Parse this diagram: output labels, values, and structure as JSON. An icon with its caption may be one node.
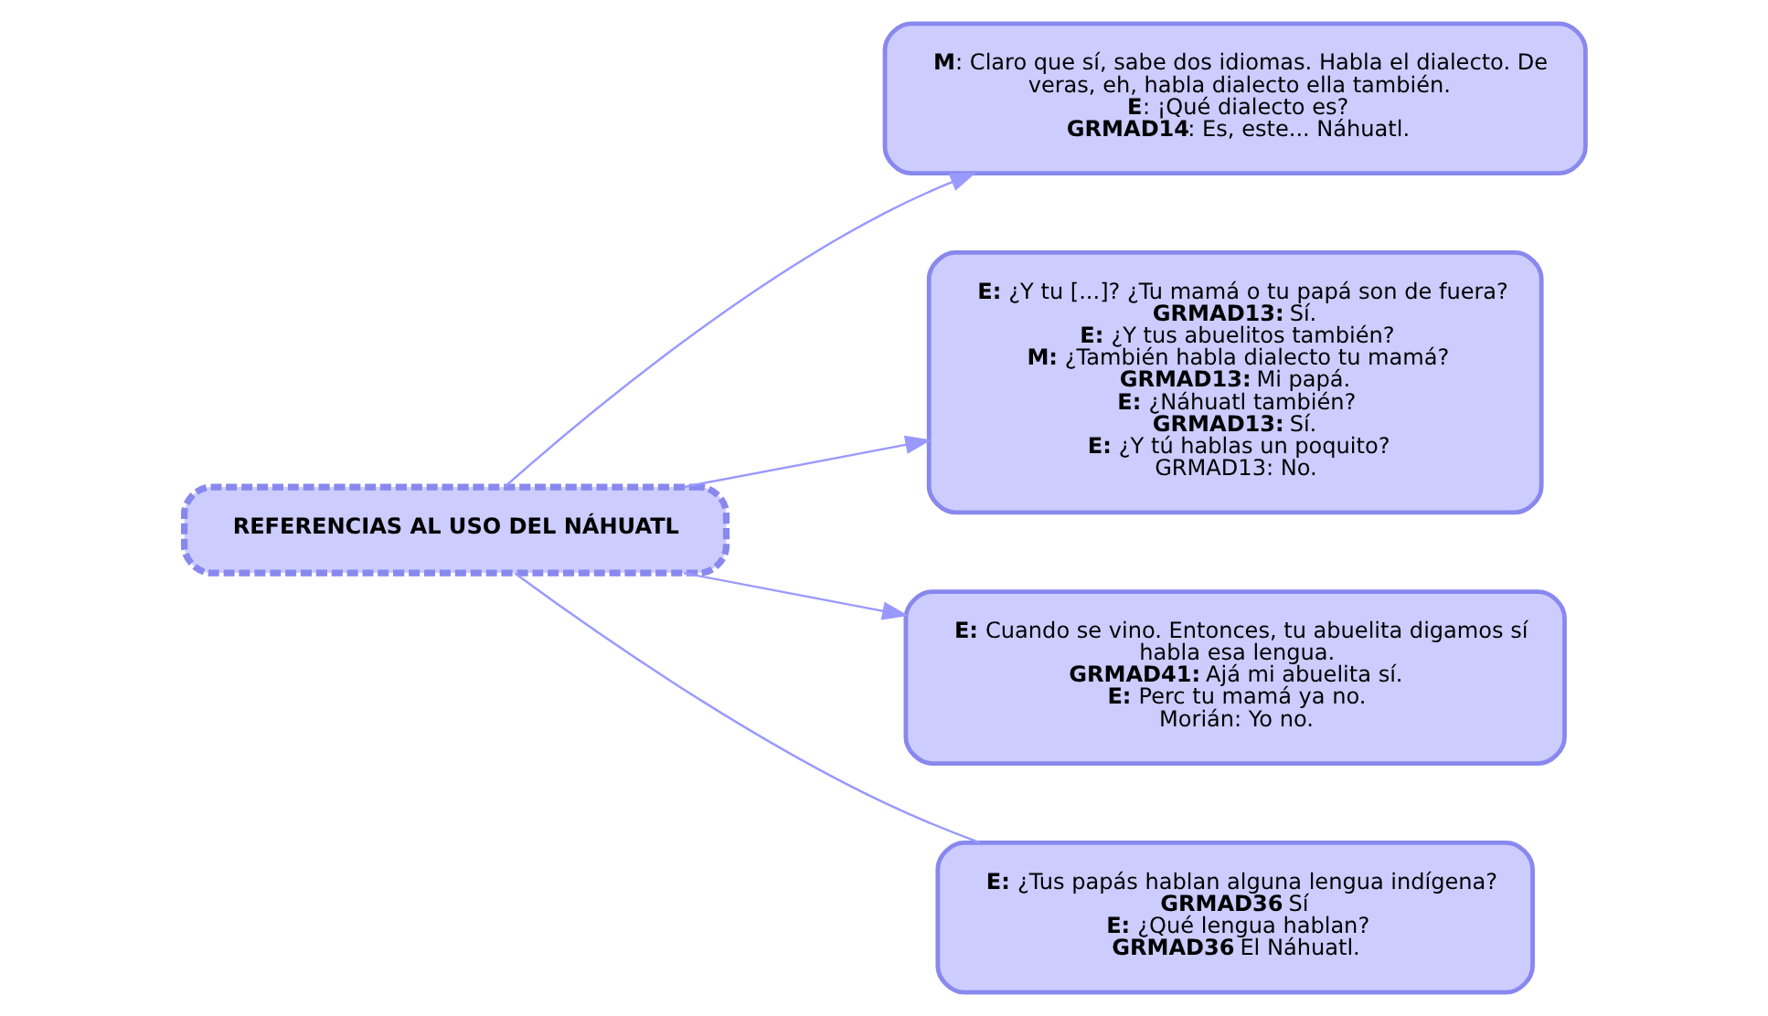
{
  "diagram": {
    "nodes": [
      {
        "text": [
          "REFERENCIAS AL USO DEL NÁHUATL"
        ]
      },
      {
        "text": [
          "**M**: Claro que sí, sabe dos idiomas. Habla el dialecto. De veras, eh, habla dialecto ella también.",
          "**E**: ¡Qué dialecto es?",
          "**GRMAD14**: Es, este... Náhuatl."
        ]
      },
      {
        "text": [
          "**E:** ¿Y tu [...]? ¿Tu mamá o tu papá son de fuera?",
          "**GRMAD13:** Sí.",
          "**E:** ¿Y tus abuelitos también?",
          "**M:** ¿También habla dialecto tu mamá?",
          "**GRMAD13:** Mi papá.",
          "**E:** ¿Náhuatl también?",
          "**GRMAD13:** Sí.",
          "**E:** ¿Y tú hablas un poquito?",
          "GRMAD13: No."
        ]
      },
      {
        "text": [
          "**E:** Cuando se vino. Entonces, tu abuelita digamos sí habla esa lengua.",
          "**GRMAD41:** Ajá mi abuelita sí.",
          "**E:** Perc tu mamá ya no.",
          "Morián: Yo no."
        ]
      },
      {
        "text": [
          "**E:** ¿Tus papás hablan alguna lengua indígena?",
          "**GRMAD36** Sí",
          "**E:** ¿Qué lengua hablan?",
          "**GRMAD36** El Náhuatl."
        ]
      }
    ],
    "edges": [
      {
        "from": 0,
        "to": 1,
        "arrow": "to"
      },
      {
        "from": 0,
        "to": 2,
        "arrow": "to"
      },
      {
        "from": 0,
        "to": 3,
        "arrow": "to"
      },
      {
        "from": 0,
        "to": 4,
        "arrow": "none"
      }
    ]
  }
}
